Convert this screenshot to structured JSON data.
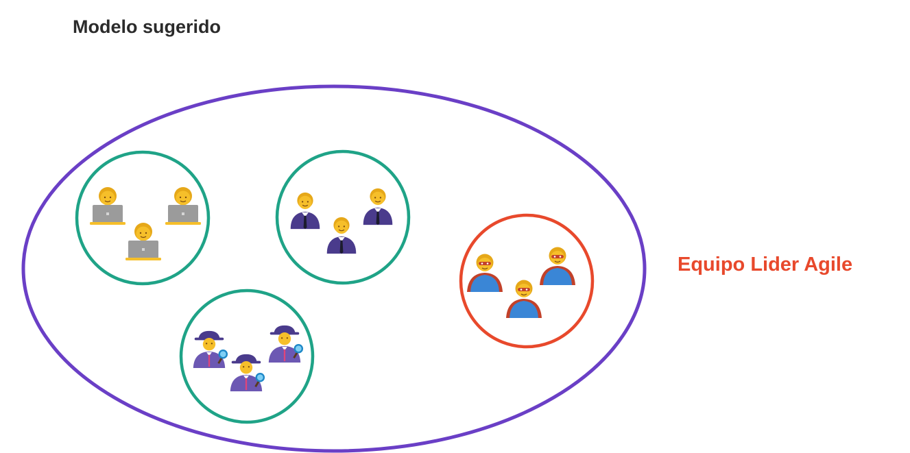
{
  "title": "Modelo sugerido",
  "agile_team_label": "Equipo Lider Agile",
  "colors": {
    "outer_ellipse": "#6a3fc6",
    "team_circle": "#1fa387",
    "leader_circle": "#e8492c",
    "leader_label": "#e8492c",
    "skin": "#f6bf2a",
    "hair": "#e6a819",
    "laptop": "#9b9b9b",
    "suit": "#4a3b8c",
    "cape": "#c2412a",
    "hero_suit": "#3a86d6"
  },
  "groups": [
    {
      "name": "developers-team",
      "members": [
        "technologist-icon",
        "technologist-icon",
        "technologist-icon"
      ]
    },
    {
      "name": "business-team",
      "members": [
        "office-worker-icon",
        "office-worker-icon",
        "office-worker-icon"
      ]
    },
    {
      "name": "detectives-team",
      "members": [
        "detective-icon",
        "detective-icon",
        "detective-icon"
      ]
    },
    {
      "name": "agile-leader-team",
      "members": [
        "superhero-icon",
        "superhero-icon",
        "superhero-icon"
      ]
    }
  ]
}
